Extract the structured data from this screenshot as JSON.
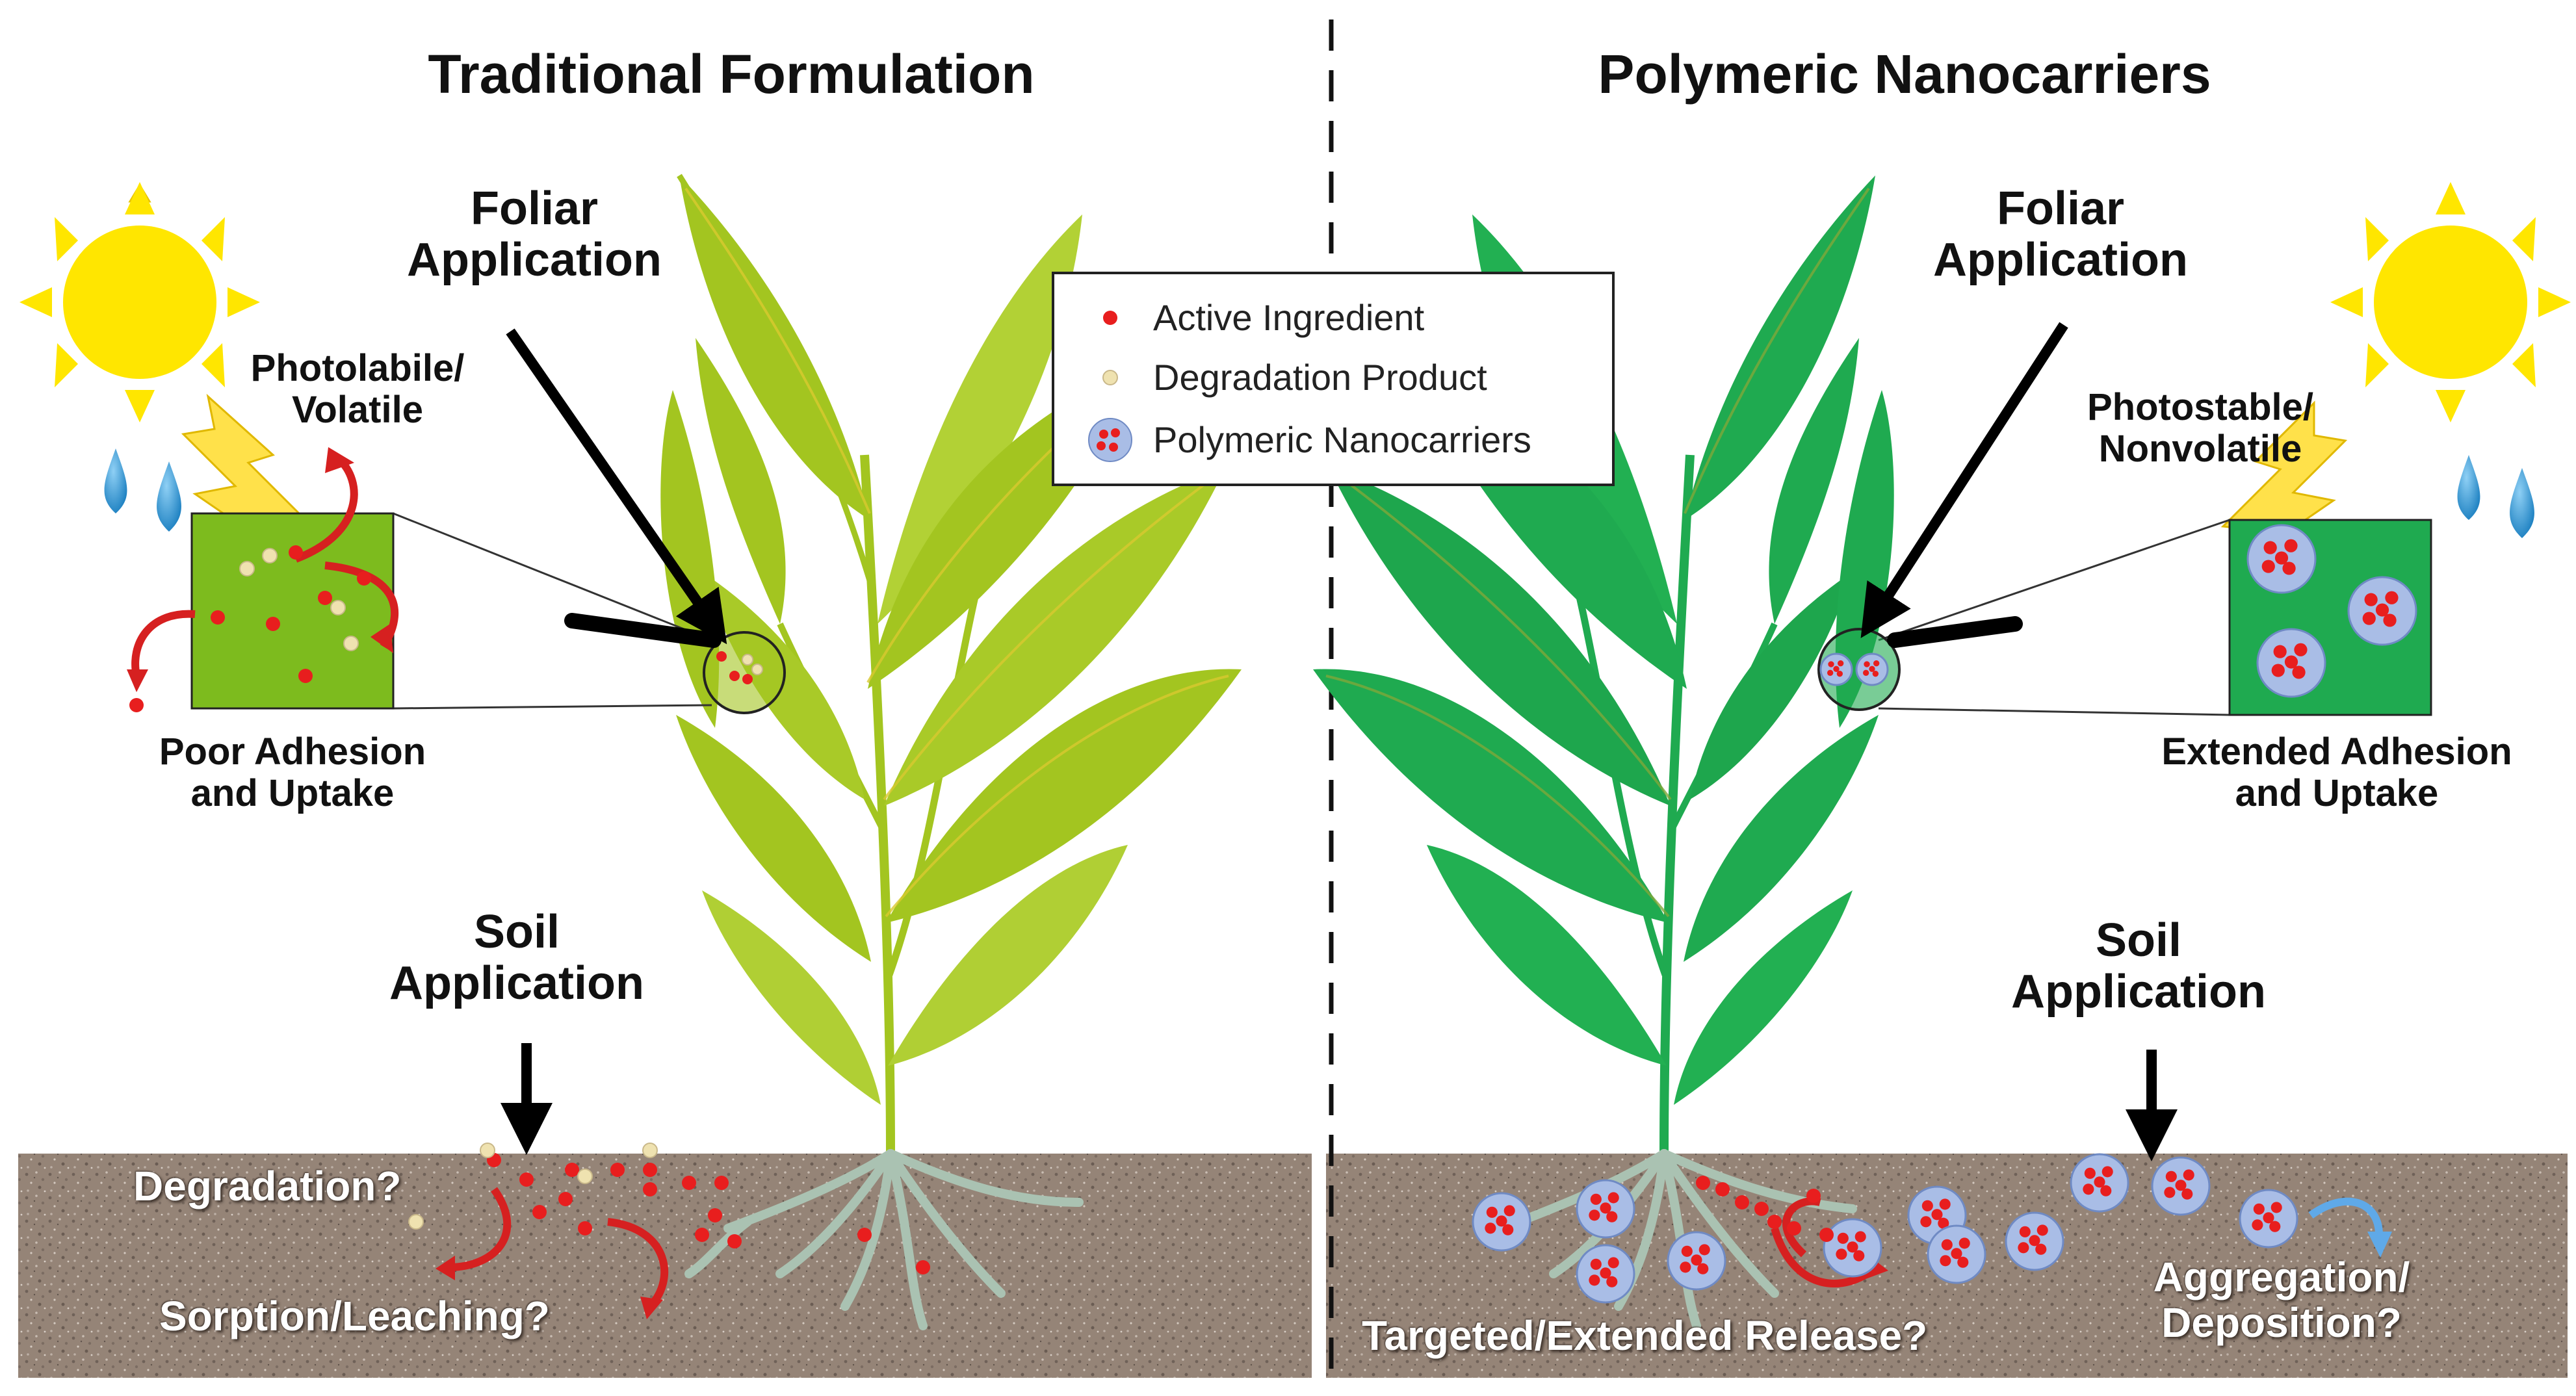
{
  "titles": {
    "left": "Traditional Formulation",
    "right": "Polymeric Nanocarriers"
  },
  "left": {
    "foliar_line1": "Foliar",
    "foliar_line2": "Application",
    "photo_line1": "Photolabile/",
    "photo_line2": "Volatile",
    "adhesion_line1": "Poor Adhesion",
    "adhesion_line2": "and Uptake",
    "soil_line1": "Soil",
    "soil_line2": "Application",
    "degradation": "Degradation?",
    "sorption": "Sorption/Leaching?"
  },
  "right": {
    "foliar_line1": "Foliar",
    "foliar_line2": "Application",
    "photo_line1": "Photostable/",
    "photo_line2": "Nonvolatile",
    "adhesion_line1": "Extended Adhesion",
    "adhesion_line2": "and Uptake",
    "soil_line1": "Soil",
    "soil_line2": "Application",
    "release": "Targeted/Extended Release?",
    "aggregation_line1": "Aggregation/",
    "aggregation_line2": "Deposition?"
  },
  "legend": {
    "items": [
      {
        "label": "Active Ingredient",
        "icon": "red-dot-icon"
      },
      {
        "label": "Degradation Product",
        "icon": "beige-dot-icon"
      },
      {
        "label": "Polymeric Nanocarriers",
        "icon": "nanocarrier-icon"
      }
    ]
  },
  "colors": {
    "traditional_leaf": "#a3c520",
    "nanocarrier_leaf": "#1faa50",
    "soil": "#958477",
    "active_ingredient": "#e81e1e",
    "degradation_product": "#efe2b0",
    "nanocarrier": "#a9bde6",
    "sun": "#ffe600",
    "lightning": "#ffe14a",
    "rain": "#2e9ad6"
  }
}
